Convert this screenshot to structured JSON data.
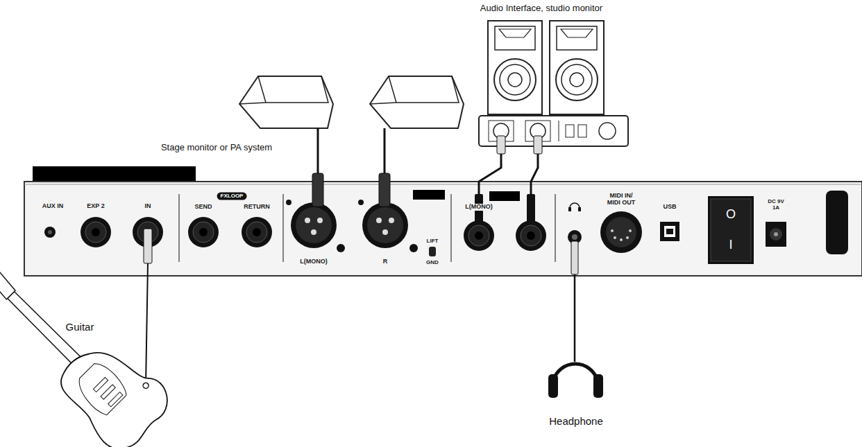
{
  "diagram": {
    "labels": [
      "Audio Interface, studio monitor",
      "Stage monitor or PA system",
      "AUX IN",
      "EXP 2",
      "IN",
      "FXLOOP",
      "SEND",
      "RETURN",
      "L(MONO)",
      "R",
      "LIFT",
      "GND",
      "L(MONO)",
      "MIDI IN/ MIDI OUT",
      "USB",
      "O",
      "I",
      "DC 9V 1A",
      "Guitar",
      "Headphone"
    ]
  }
}
